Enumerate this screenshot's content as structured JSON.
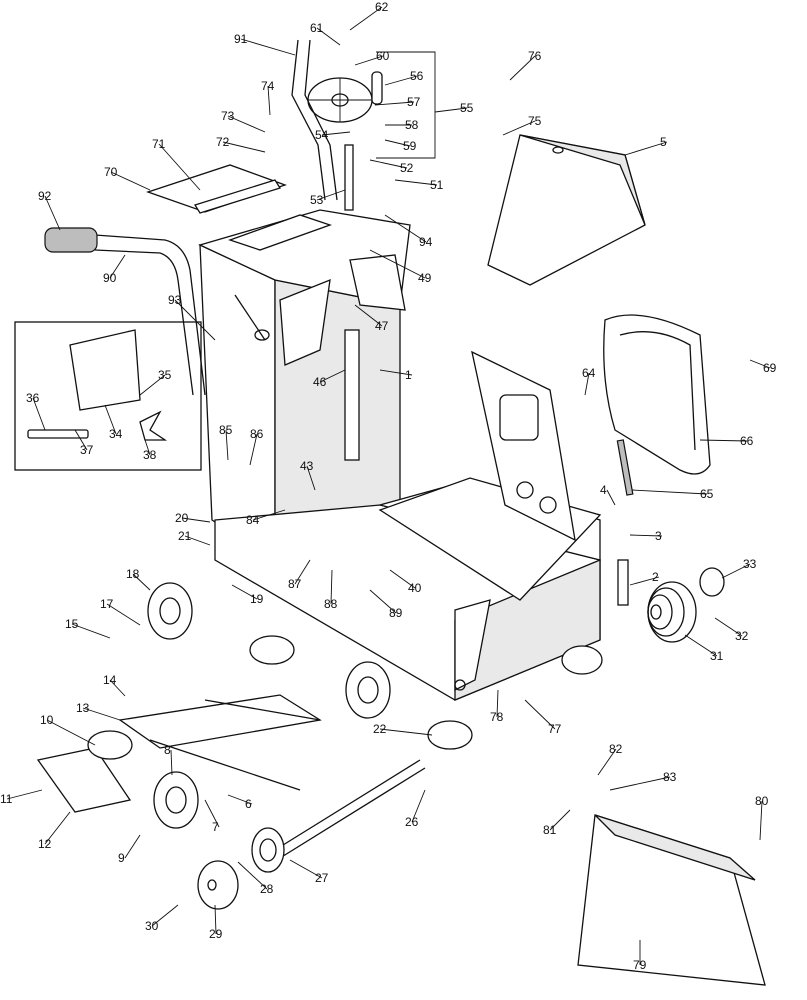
{
  "diagram": {
    "callouts": [
      "1",
      "3",
      "4",
      "5",
      "6",
      "7",
      "8",
      "9",
      "10",
      "11",
      "12",
      "13",
      "14",
      "15",
      "17",
      "18",
      "19",
      "20",
      "21",
      "22",
      "26",
      "27",
      "28",
      "29",
      "30",
      "31",
      "32",
      "33",
      "34",
      "35",
      "36",
      "37",
      "38",
      "40",
      "43",
      "46",
      "47",
      "49",
      "51",
      "52",
      "53",
      "54",
      "55",
      "56",
      "57",
      "58",
      "59",
      "60",
      "61",
      "62",
      "64",
      "65",
      "66",
      "69",
      "70",
      "71",
      "72",
      "73",
      "74",
      "75",
      "76",
      "77",
      "78",
      "79",
      "80",
      "81",
      "82",
      "83",
      "84",
      "85",
      "86",
      "87",
      "88",
      "89",
      "90",
      "91",
      "92",
      "93",
      "94",
      "2"
    ]
  }
}
